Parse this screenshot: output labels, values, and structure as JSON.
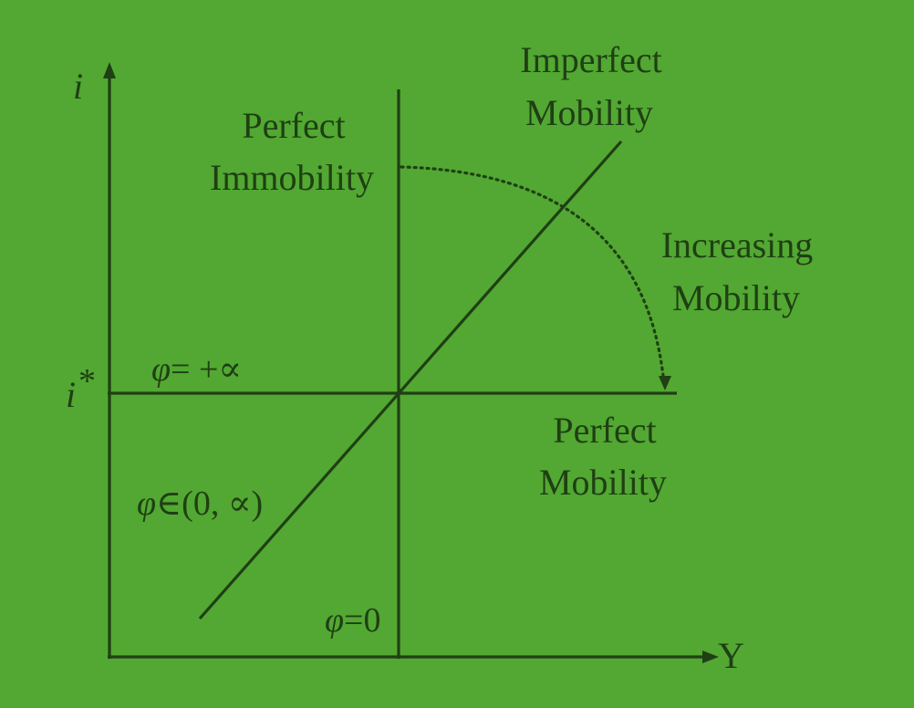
{
  "axes": {
    "y_label": "i",
    "x_label": "Y",
    "i_star_label": "i",
    "i_star_sup": "*"
  },
  "lines": {
    "perfect_immobility": {
      "line1": "Perfect",
      "line2": "Immobility"
    },
    "imperfect_mobility": {
      "line1": "Imperfect",
      "line2": "Mobility"
    },
    "perfect_mobility": {
      "line1": "Perfect",
      "line2": "Mobility"
    }
  },
  "arrow": {
    "line1": "Increasing",
    "line2": "Mobility"
  },
  "phi": {
    "symbol": "φ",
    "inf_rest": "= +∝",
    "range_rest": "∈(0, ∝)",
    "zero_rest": "=0"
  },
  "colors": {
    "background": "#52a832",
    "ink": "#1f3f14"
  }
}
